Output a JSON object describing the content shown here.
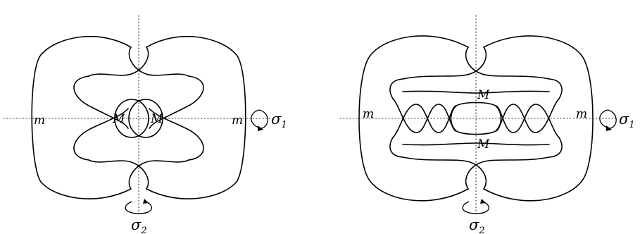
{
  "left_figure": {
    "labels": {
      "m_left": "m",
      "m_right": "m",
      "M_left": "M",
      "M_right": "M"
    },
    "rotation_horizontal": {
      "symbol": "σ",
      "subscript": "1"
    },
    "rotation_vertical": {
      "symbol": "σ",
      "subscript": "2"
    }
  },
  "right_figure": {
    "labels": {
      "m_left": "m",
      "m_right": "m",
      "M_top": "M",
      "M_bottom": "M"
    },
    "rotation_horizontal": {
      "symbol": "σ",
      "subscript": "1"
    },
    "rotation_vertical": {
      "symbol": "σ",
      "subscript": "2"
    }
  },
  "colors": {
    "line": "#000000",
    "axis": "#333333",
    "background": "#ffffff"
  }
}
